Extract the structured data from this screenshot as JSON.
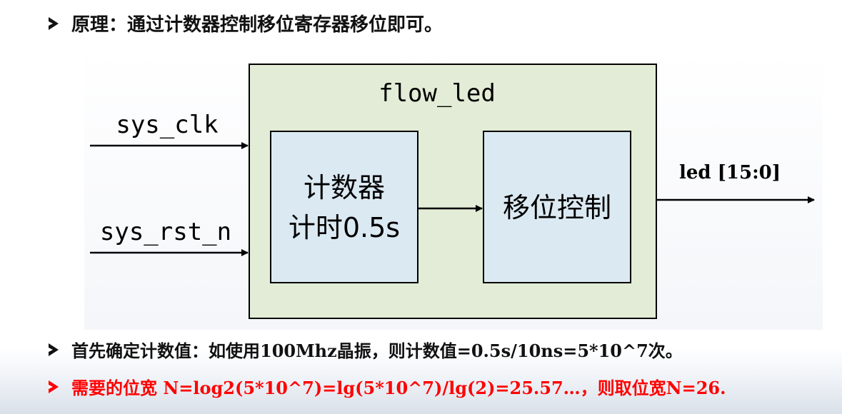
{
  "bullets": [
    {
      "text": "原理：通过计数器控制移位寄存器移位即可。"
    },
    {
      "text": "首先确定计数值：如使用100Mhz晶振，则计数值=0.5s/10ns=5*10^7次。"
    },
    {
      "text": "需要的位宽 N=log2(5*10^7)=lg(5*10^7)/lg(2)=25.57…，则取位宽N=26."
    }
  ],
  "diagram": {
    "module_name": "flow_led",
    "inputs": [
      "sys_clk",
      "sys_rst_n"
    ],
    "output": "led [15:0]",
    "blocks": [
      {
        "lines": [
          "计数器",
          "计时0.5s"
        ]
      },
      {
        "lines": [
          "移位控制"
        ]
      }
    ]
  },
  "colors": {
    "module_fill": "#e3ecd6",
    "block_fill": "#dbe9f2",
    "stroke": "#000000",
    "highlight_text": "#ff0000"
  }
}
